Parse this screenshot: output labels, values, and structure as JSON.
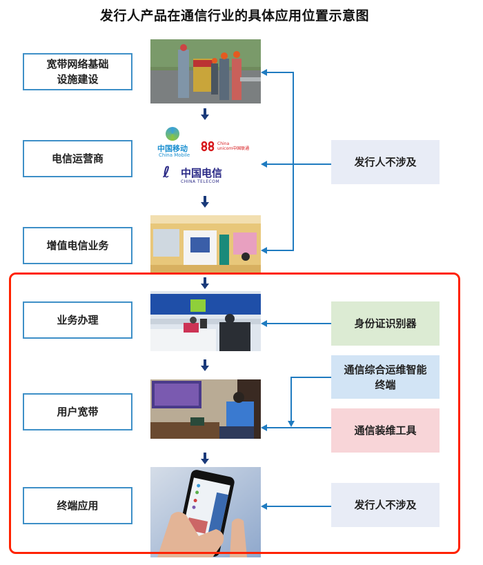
{
  "title": "发行人产品在通信行业的具体应用位置示意图",
  "flow_stages": [
    {
      "label": "宽带网络基础设施建设",
      "line1": "宽带网络基础",
      "line2": "设施建设",
      "image": "network-construction-workers-photo"
    },
    {
      "label": "电信运营商",
      "image": "telecom-operators-logos"
    },
    {
      "label": "增值电信业务",
      "image": "telecom-service-hall-photo"
    },
    {
      "label": "业务办理",
      "image": "business-counter-photo"
    },
    {
      "label": "用户宽带",
      "image": "home-broadband-installer-photo"
    },
    {
      "label": "终端应用",
      "image": "smartphone-in-hand-photo"
    }
  ],
  "operator_logos": {
    "china_mobile_cn": "中国移动",
    "china_mobile_en": "China Mobile",
    "china_unicom_en1": "China",
    "china_unicom_en2": "unicom中国联通",
    "china_telecom_cn": "中国电信",
    "china_telecom_en": "CHINA TELECOM"
  },
  "right_boxes": {
    "not_involved_top": {
      "label": "发行人不涉及",
      "color": "#e8ecf6"
    },
    "id_reader": {
      "label": "身份证识别器",
      "color": "#dcebd3"
    },
    "smart_terminal": {
      "label": "通信综合运维智能终端",
      "line1": "通信综合运维智能",
      "line2": "终端",
      "color": "#d2e4f5"
    },
    "install_tools": {
      "label": "通信装维工具",
      "color": "#f8d5d8"
    },
    "not_involved_bottom": {
      "label": "发行人不涉及",
      "color": "#e8ecf6"
    }
  },
  "colors": {
    "box_border": "#3d8fc7",
    "arrow": "#1f7bc0",
    "down_arrow": "#1a3a7a",
    "highlight_frame": "#ff2200"
  }
}
